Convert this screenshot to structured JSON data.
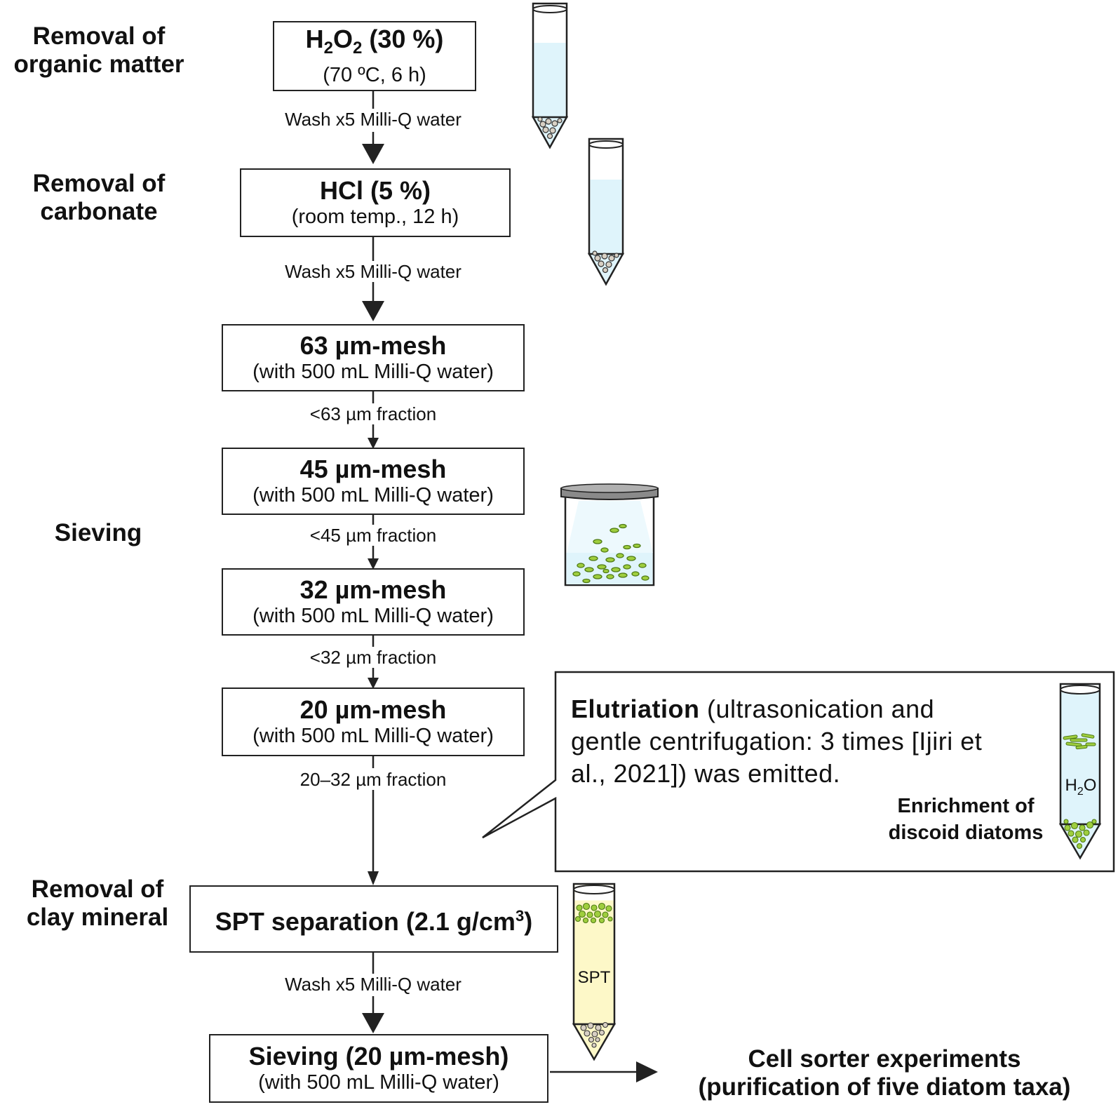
{
  "stages": {
    "organic": [
      "Removal of",
      "organic matter"
    ],
    "carbonate": [
      "Removal of",
      "carbonate"
    ],
    "sieving": "Sieving",
    "clay": [
      "Removal of",
      "clay mineral"
    ]
  },
  "steps": {
    "h2o2": {
      "title_prefix": "H",
      "title_sub1": "2",
      "title_mid": "O",
      "title_sub2": "2",
      "title_suffix": " (30 %)",
      "cond": "(70 ºC, 6 h)"
    },
    "hcl": {
      "title": "HCl (5 %)",
      "cond": "(room temp., 12 h)"
    },
    "mesh63": {
      "title": "63 µm-mesh",
      "cond": "(with 500 mL Milli-Q water)"
    },
    "mesh45": {
      "title": "45 µm-mesh",
      "cond": "(with 500 mL Milli-Q water)"
    },
    "mesh32": {
      "title": "32 µm-mesh",
      "cond": "(with 500 mL Milli-Q water)"
    },
    "mesh20": {
      "title": "20 µm-mesh",
      "cond": "(with 500 mL Milli-Q water)"
    },
    "spt": {
      "title": "SPT separation (2.1 g/cm",
      "sup": "3",
      "title_end": ")"
    },
    "final_sieve": {
      "title": "Sieving (20 µm-mesh)",
      "cond": "(with 500 mL Milli-Q water)"
    }
  },
  "arrows": {
    "wash1": "Wash x5 Milli-Q water",
    "wash2": "Wash x5 Milli-Q water",
    "frac63": "<63 µm fraction",
    "frac45": "<45 µm fraction",
    "frac32": "<32 µm fraction",
    "frac20_32": "20–32 µm fraction",
    "wash3": "Wash x5 Milli-Q water"
  },
  "callout": {
    "bold": "Elutriation",
    "text1": " (ultrasonication and",
    "text2": "gentle centrifugation: 3 times [Ijiri et",
    "text3": "al., 2021]) was emitted.",
    "enrich1": "Enrichment of",
    "enrich2": "discoid diatoms",
    "tube_label_prefix": "H",
    "tube_label_sub": "2",
    "tube_label_suffix": "O"
  },
  "spt_tube_label": "SPT",
  "final": [
    "Cell sorter experiments",
    "(purification of five diatom taxa)"
  ],
  "colors": {
    "water": "#dff4fb",
    "spt_liquid": "#fdf8c8",
    "diatom": "#9fce3e",
    "diatom_stroke": "#4e7a14",
    "sieve_lid": "#8a8a8a",
    "line": "#222222"
  }
}
